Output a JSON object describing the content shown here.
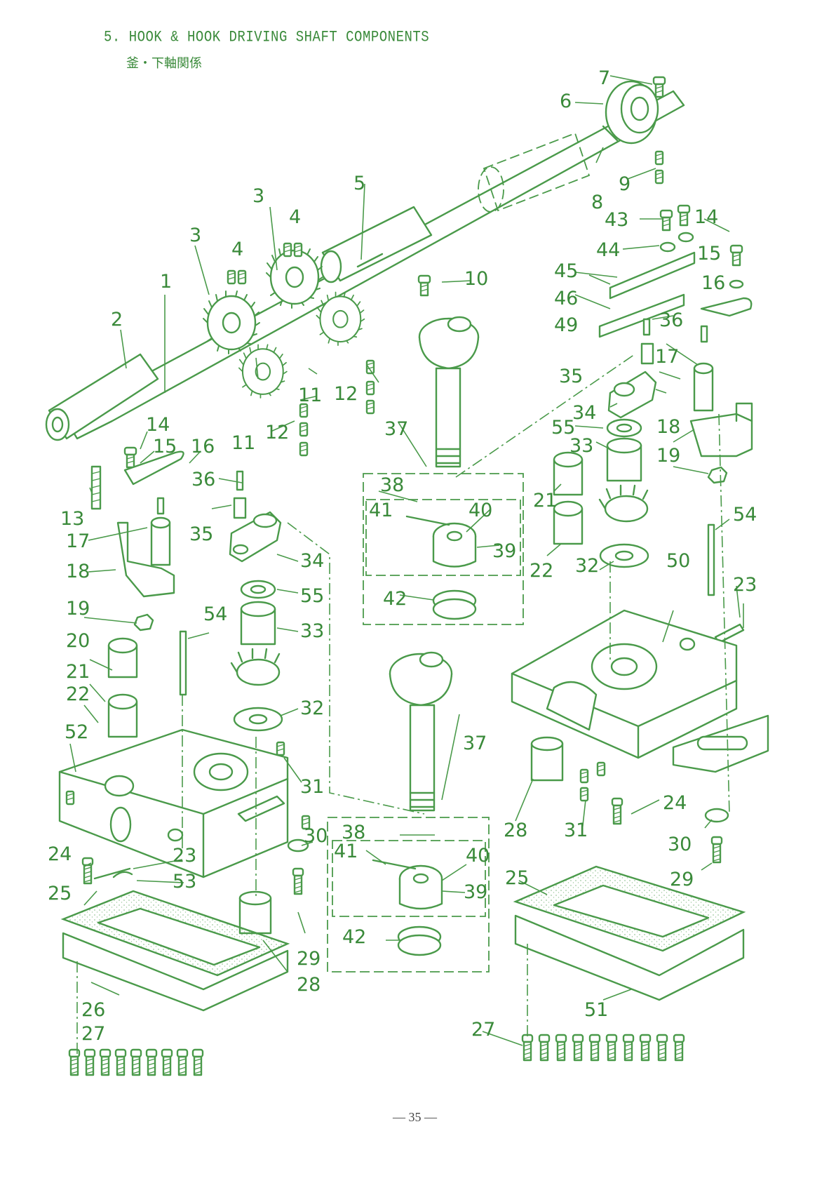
{
  "page": {
    "title": "5. HOOK & HOOK DRIVING SHAFT COMPONENTS",
    "subtitle_jp": "釜・下軸関係",
    "page_number": "— 35 —"
  },
  "diagram": {
    "type": "exploded parts diagram",
    "line_color": "#4a9a4a",
    "callouts": {
      "c1": "1",
      "c2": "2",
      "c3a": "3",
      "c3b": "3",
      "c4a": "4",
      "c4b": "4",
      "c5": "5",
      "c6": "6",
      "c7": "7",
      "c8": "8",
      "c9": "9",
      "c10": "10",
      "c11a": "11",
      "c11b": "11",
      "c12a": "12",
      "c12b": "12",
      "c13": "13",
      "c14a": "14",
      "c14b": "14",
      "c15a": "15",
      "c15b": "15",
      "c16a": "16",
      "c16b": "16",
      "c17a": "17",
      "c17b": "17",
      "c18a": "18",
      "c18b": "18",
      "c19a": "19",
      "c19b": "19",
      "c20": "20",
      "c21a": "21",
      "c21b": "21",
      "c22a": "22",
      "c22b": "22",
      "c23a": "23",
      "c23b": "23",
      "c24a": "24",
      "c24b": "24",
      "c25a": "25",
      "c25b": "25",
      "c26": "26",
      "c27a": "27",
      "c27b": "27",
      "c28a": "28",
      "c28b": "28",
      "c29a": "29",
      "c29b": "29",
      "c30a": "30",
      "c30b": "30",
      "c31a": "31",
      "c31b": "31",
      "c32a": "32",
      "c32b": "32",
      "c33a": "33",
      "c33b": "33",
      "c34a": "34",
      "c34b": "34",
      "c35a": "35",
      "c35b": "35",
      "c36a": "36",
      "c36b": "36",
      "c37a": "37",
      "c37b": "37",
      "c38a": "38",
      "c38b": "38",
      "c39a": "39",
      "c39b": "39",
      "c40a": "40",
      "c40b": "40",
      "c41a": "41",
      "c41b": "41",
      "c42a": "42",
      "c42b": "42",
      "c43": "43",
      "c44": "44",
      "c45": "45",
      "c46": "46",
      "c49": "49",
      "c50": "50",
      "c51": "51",
      "c52": "52",
      "c53": "53",
      "c54a": "54",
      "c54b": "54",
      "c55a": "55",
      "c55b": "55"
    }
  }
}
